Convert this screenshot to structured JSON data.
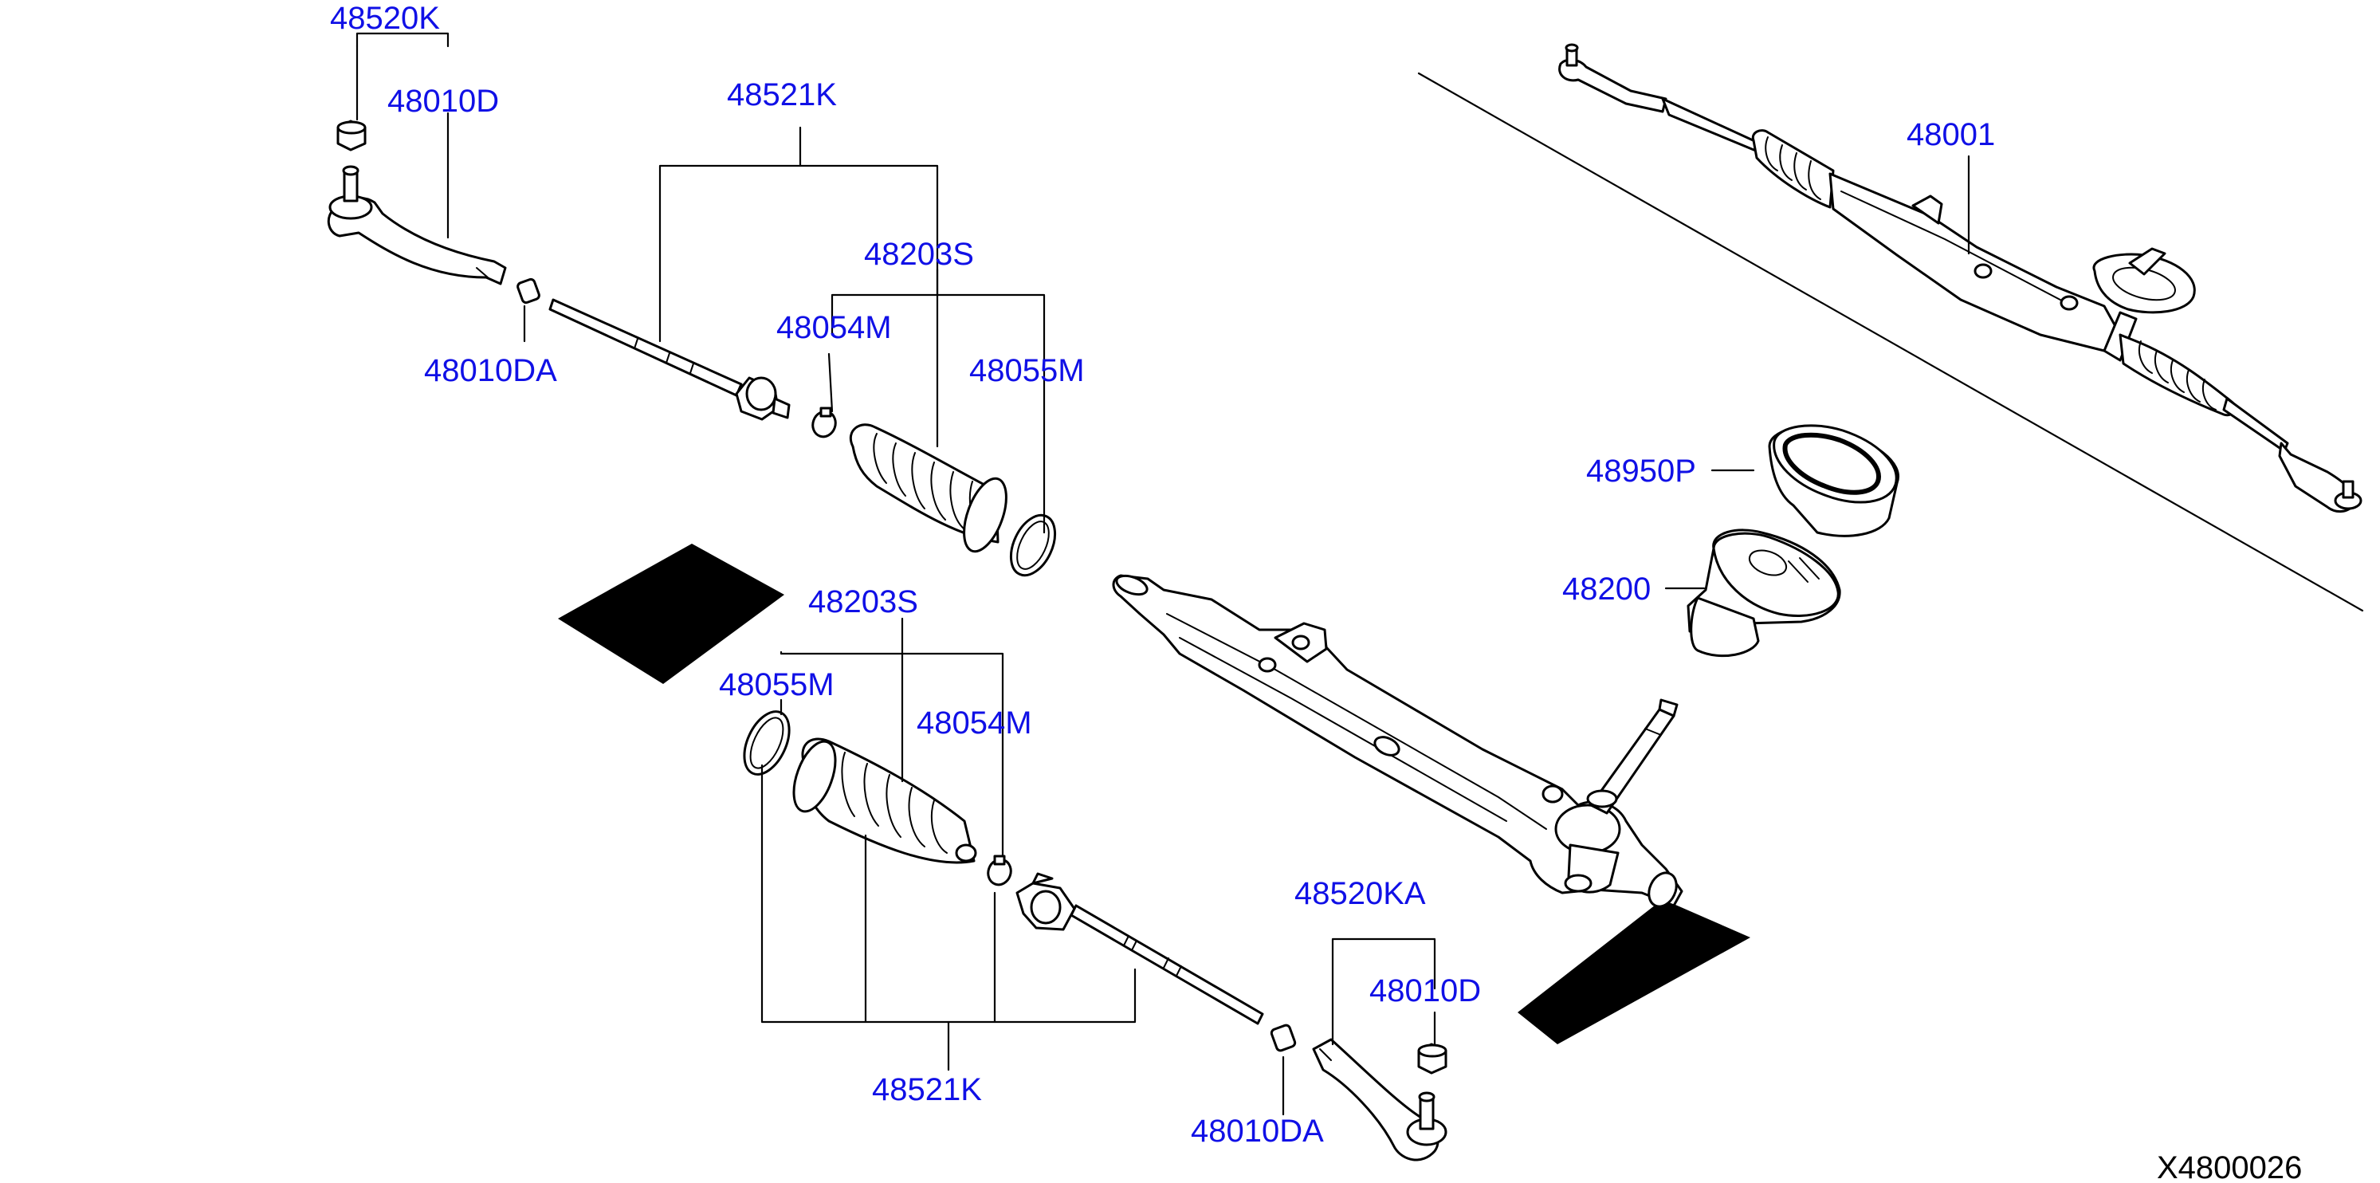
{
  "colors": {
    "label": "#1010e6",
    "ink": "#000000",
    "background": "#ffffff"
  },
  "labels": {
    "p48520K": "48520K",
    "p48010D_top": "48010D",
    "p48521K_top": "48521K",
    "p48203S_top": "48203S",
    "p48054M_top": "48054M",
    "p48055M_top": "48055M",
    "p48010DA_top": "48010DA",
    "p48001": "48001",
    "p48950P": "48950P",
    "p48200": "48200",
    "p48203S_bot": "48203S",
    "p48055M_bot": "48055M",
    "p48054M_bot": "48054M",
    "p48520KA": "48520KA",
    "p48010D_bot": "48010D",
    "p48521K_bot": "48521K",
    "p48010DA_bot": "48010DA"
  },
  "diagram_ref": "X4800026"
}
